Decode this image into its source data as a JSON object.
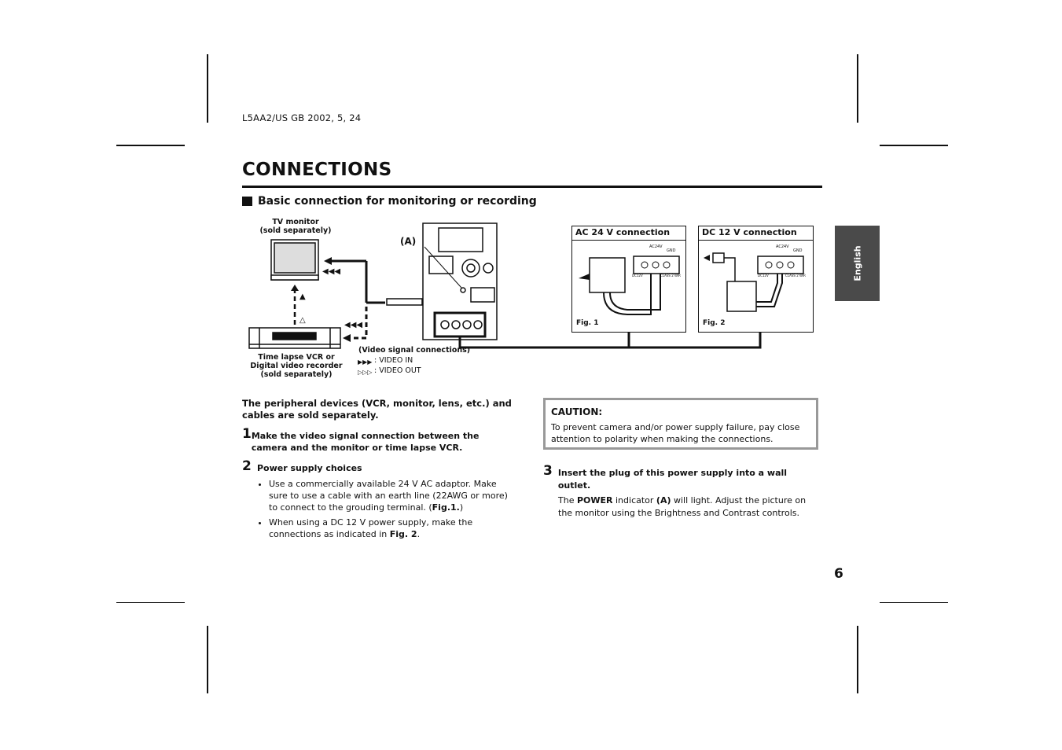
{
  "doc_code": "L5AA2/US   GB   2002, 5, 24",
  "title": "CONNECTIONS",
  "section_heading": "Basic connection for monitoring or recording",
  "language_tab": "English",
  "diagram": {
    "tv_monitor_label_1": "TV monitor",
    "tv_monitor_label_2": "(sold separately)",
    "callout_a": "(A)",
    "vcr_label_1": "Time lapse VCR or",
    "vcr_label_2": "Digital video recorder",
    "vcr_label_3": "(sold separately)",
    "legend_title": "(Video signal connections)",
    "legend_in": ": VIDEO IN",
    "legend_out": ": VIDEO OUT",
    "ac_box_title": "AC 24 V connection",
    "ac_fig": "Fig. 1",
    "dc_box_title": "DC 12 V connection",
    "dc_fig": "Fig. 2",
    "terminal_ac24v": "AC24V",
    "terminal_gnd": "GND",
    "terminal_dc12v": "DC12V",
    "terminal_class2": "CLASS 2 WIR"
  },
  "intro": "The peripheral devices (VCR, monitor, lens, etc.) and cables are sold separately.",
  "step1": {
    "num": "1",
    "text": "Make the video signal connection between the camera and the monitor or time lapse VCR."
  },
  "step2": {
    "num": "2",
    "text": "Power supply choices",
    "bullet1_a": "Use a commercially available 24 V AC adaptor. Make sure to use a cable with an earth line (22AWG or more) to connect to the grouding terminal. (",
    "bullet1_b": "Fig.1.",
    "bullet1_c": ")",
    "bullet2_a": "When using a DC 12 V power supply, make the connections as indicated in ",
    "bullet2_b": "Fig. 2",
    "bullet2_c": "."
  },
  "caution": {
    "title": "CAUTION:",
    "body": "To prevent camera and/or power supply failure, pay close attention to polarity when making the connections."
  },
  "step3": {
    "num": "3",
    "text": "Insert the plug of this power supply into a wall outlet.",
    "body_a": "The ",
    "body_b": "POWER",
    "body_c": " indicator ",
    "body_d": "(A)",
    "body_e": " will light. Adjust the picture on the monitor using the Brightness and Contrast controls."
  },
  "page_number": "6"
}
